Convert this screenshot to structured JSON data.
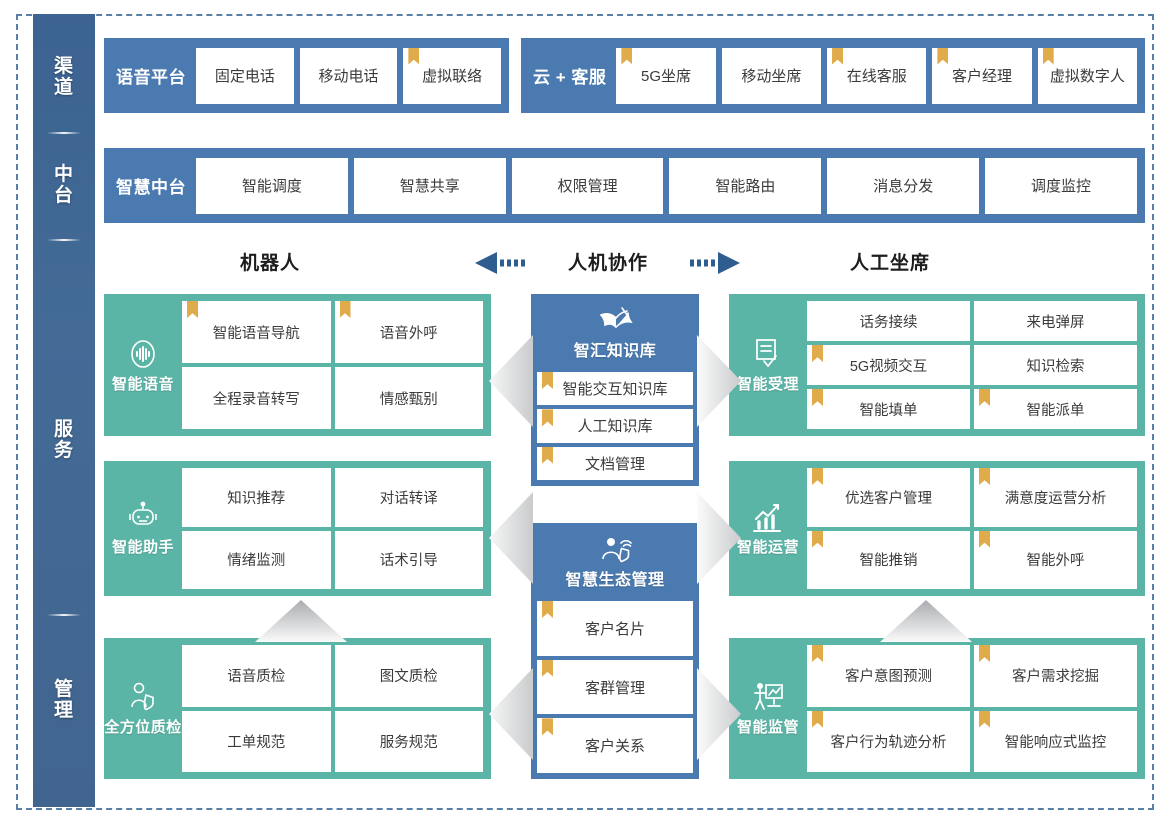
{
  "rail": {
    "items": [
      {
        "name": "channel",
        "chars": [
          "渠",
          "道"
        ]
      },
      {
        "name": "middle-platform",
        "chars": [
          "中",
          "台"
        ]
      },
      {
        "name": "service",
        "chars": [
          "服",
          "务"
        ]
      },
      {
        "name": "management",
        "chars": [
          "管",
          "理"
        ]
      }
    ]
  },
  "channel": {
    "voice_platform": {
      "title": "语音平台",
      "cells": [
        {
          "label": "固定电话",
          "ribbon": false
        },
        {
          "label": "移动电话",
          "ribbon": false
        },
        {
          "label": "虚拟联络",
          "ribbon": true
        }
      ]
    },
    "cloud_service": {
      "title": "云 + 客服",
      "cells": [
        {
          "label": "5G坐席",
          "ribbon": true
        },
        {
          "label": "移动坐席",
          "ribbon": false
        },
        {
          "label": "在线客服",
          "ribbon": true
        },
        {
          "label": "客户经理",
          "ribbon": true
        },
        {
          "label": "虚拟数字人",
          "ribbon": true
        }
      ]
    }
  },
  "middle_platform": {
    "title": "智慧中台",
    "cells": [
      {
        "label": "智能调度",
        "ribbon": false
      },
      {
        "label": "智慧共享",
        "ribbon": false
      },
      {
        "label": "权限管理",
        "ribbon": false
      },
      {
        "label": "智能路由",
        "ribbon": false
      },
      {
        "label": "消息分发",
        "ribbon": false
      },
      {
        "label": "调度监控",
        "ribbon": false
      }
    ]
  },
  "column_headers": {
    "robot": "机器人",
    "collaboration": "人机协作",
    "human_agent": "人工坐席"
  },
  "left_panels": [
    {
      "name": "intelligent-voice",
      "label": "智能语音",
      "icon": "voice-wave-icon",
      "cells": [
        {
          "label": "智能语音导航",
          "ribbon": true
        },
        {
          "label": "语音外呼",
          "ribbon": true
        },
        {
          "label": "全程录音转写",
          "ribbon": false
        },
        {
          "label": "情感甄别",
          "ribbon": false
        }
      ]
    },
    {
      "name": "intelligent-assistant",
      "label": "智能助手",
      "icon": "robot-icon",
      "cells": [
        {
          "label": "知识推荐",
          "ribbon": false
        },
        {
          "label": "对话转译",
          "ribbon": false
        },
        {
          "label": "情绪监测",
          "ribbon": false
        },
        {
          "label": "话术引导",
          "ribbon": false
        }
      ]
    },
    {
      "name": "full-quality-inspection",
      "label": "全方位质检",
      "icon": "person-shield-icon",
      "cells": [
        {
          "label": "语音质检",
          "ribbon": false
        },
        {
          "label": "图文质检",
          "ribbon": false
        },
        {
          "label": "工单规范",
          "ribbon": false
        },
        {
          "label": "服务规范",
          "ribbon": false
        }
      ]
    }
  ],
  "center_stacks": [
    {
      "name": "knowledge-base",
      "title": "智汇知识库",
      "icon": "open-book-pen-icon",
      "cells": [
        {
          "label": "智能交互知识库",
          "ribbon": true
        },
        {
          "label": "人工知识库",
          "ribbon": true
        },
        {
          "label": "文档管理",
          "ribbon": true
        }
      ]
    },
    {
      "name": "smart-ecosystem-management",
      "title": "智慧生态管理",
      "icon": "person-network-icon",
      "cells": [
        {
          "label": "客户名片",
          "ribbon": true
        },
        {
          "label": "客群管理",
          "ribbon": true
        },
        {
          "label": "客户关系",
          "ribbon": true
        }
      ]
    }
  ],
  "right_panels": [
    {
      "name": "intelligent-acceptance",
      "label": "智能受理",
      "icon": "document-check-icon",
      "rows": 3,
      "cells": [
        {
          "label": "话务接续",
          "ribbon": false
        },
        {
          "label": "来电弹屏",
          "ribbon": false
        },
        {
          "label": "5G视频交互",
          "ribbon": true
        },
        {
          "label": "知识检索",
          "ribbon": false
        },
        {
          "label": "智能填单",
          "ribbon": true
        },
        {
          "label": "智能派单",
          "ribbon": true
        }
      ]
    },
    {
      "name": "intelligent-operation",
      "label": "智能运营",
      "icon": "bar-chart-icon",
      "rows": 2,
      "cells": [
        {
          "label": "优选客户管理",
          "ribbon": true
        },
        {
          "label": "满意度运营分析",
          "ribbon": true
        },
        {
          "label": "智能推销",
          "ribbon": true
        },
        {
          "label": "智能外呼",
          "ribbon": true
        }
      ]
    },
    {
      "name": "intelligent-supervision",
      "label": "智能监管",
      "icon": "presentation-person-icon",
      "rows": 2,
      "cells": [
        {
          "label": "客户意图预测",
          "ribbon": true
        },
        {
          "label": "客户需求挖掘",
          "ribbon": true
        },
        {
          "label": "客户行为轨迹分析",
          "ribbon": true
        },
        {
          "label": "智能响应式监控",
          "ribbon": true
        }
      ]
    }
  ],
  "colors": {
    "rail_blue": "#41658f",
    "panel_blue": "#4a7ab0",
    "panel_green": "#5bb5a6",
    "ribbon_gold": "#e0ab4a",
    "arrow_gray": "#c9cbcd",
    "arrow_blue": "#2e5d90"
  }
}
